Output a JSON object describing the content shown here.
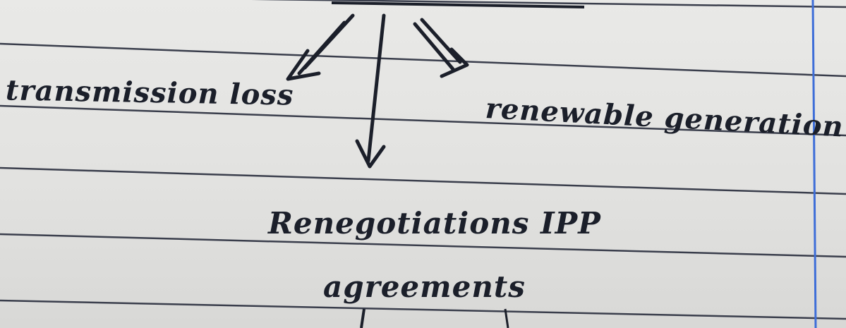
{
  "notes": {
    "left_branch": "transmission loss",
    "right_branch": "renewable generation",
    "bottom_line1": "Renegotiations IPP",
    "bottom_line2": "agreements"
  },
  "colors": {
    "paper": "#e4e4e2",
    "rule_line": "#3a3e4c",
    "margin_line": "#3e6ed8",
    "ink": "#1b1f2a"
  },
  "icons": [
    "arrow-down-left-icon",
    "arrow-down-icon",
    "arrow-down-right-icon"
  ]
}
